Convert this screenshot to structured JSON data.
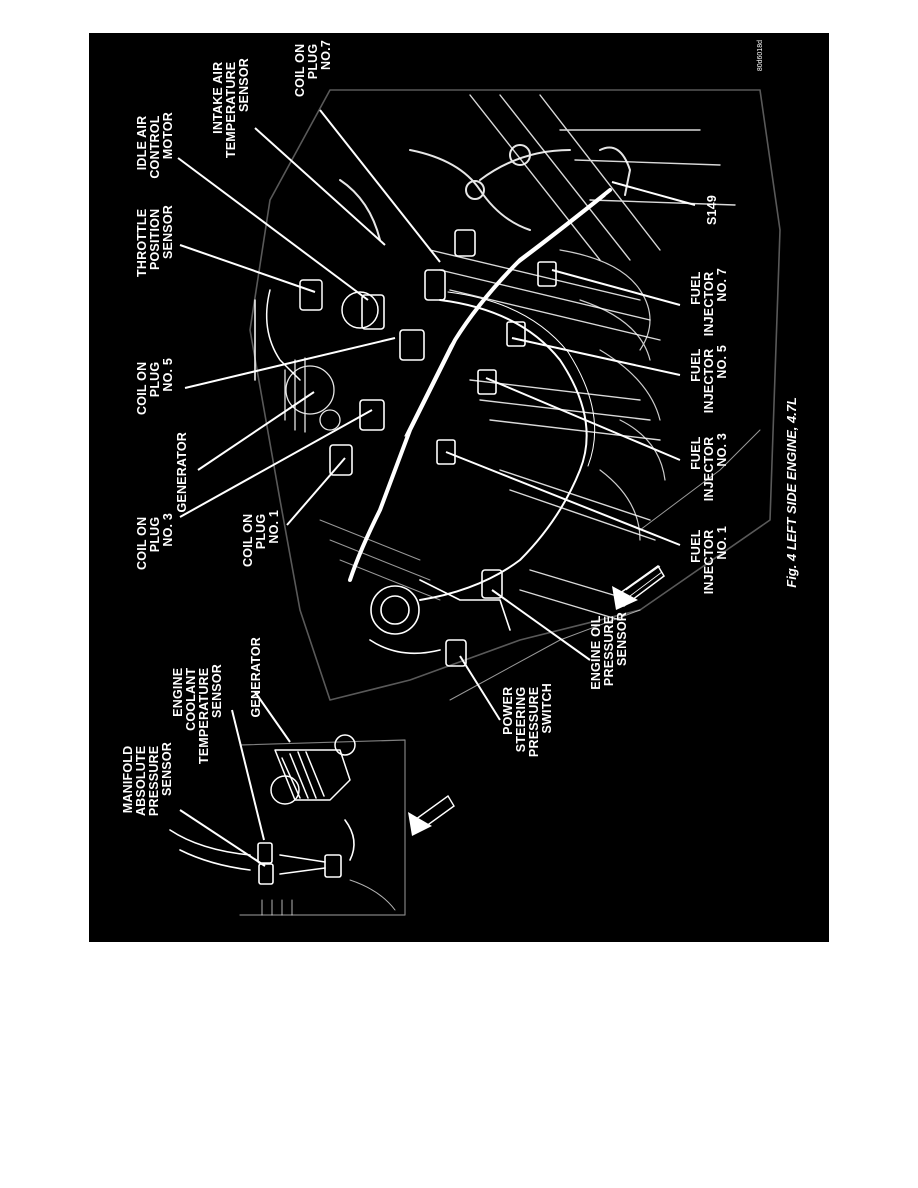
{
  "figure": {
    "caption": "Fig. 4 LEFT SIDE ENGINE, 4.7L",
    "code": "80d6018d",
    "background": "#000000",
    "line_color": "#ffffff"
  },
  "labels": {
    "coil_on_plug_no7": [
      "COIL ON",
      "PLUG",
      "NO.7"
    ],
    "intake_air_temperature_sensor": [
      "INTAKE AIR",
      "TEMPERATURE",
      "SENSOR"
    ],
    "idle_air_control_motor": [
      "IDLE AIR",
      "CONTROL",
      "MOTOR"
    ],
    "throttle_position_sensor": [
      "THROTTLE",
      "POSITION",
      "SENSOR"
    ],
    "s149": [
      "S149"
    ],
    "fuel_injector_no7": [
      "FUEL",
      "INJECTOR",
      "NO. 7"
    ],
    "coil_on_plug_no5": [
      "COIL ON",
      "PLUG",
      "NO. 5"
    ],
    "fuel_injector_no5": [
      "FUEL",
      "INJECTOR",
      "NO. 5"
    ],
    "generator_top": [
      "GENERATOR"
    ],
    "fuel_injector_no3": [
      "FUEL",
      "INJECTOR",
      "NO. 3"
    ],
    "coil_on_plug_no3": [
      "COIL ON",
      "PLUG",
      "NO. 3"
    ],
    "coil_on_plug_no1": [
      "COIL ON",
      "PLUG",
      "NO. 1"
    ],
    "fuel_injector_no1": [
      "FUEL",
      "INJECTOR",
      "NO. 1"
    ],
    "engine_oil_pressure_sensor": [
      "ENGINE OIL",
      "PRESSURE",
      "SENSOR"
    ],
    "power_steering_pressure_switch": [
      "POWER",
      "STEERING",
      "PRESSURE",
      "SWITCH"
    ],
    "generator_bottom": [
      "GENERATOR"
    ],
    "engine_coolant_temperature_sensor": [
      "ENGINE",
      "COOLANT",
      "TEMPERATURE",
      "SENSOR"
    ],
    "manifold_absolute_pressure_sensor": [
      "MANIFOLD",
      "ABSOLUTE",
      "PRESSURE",
      "SENSOR"
    ]
  }
}
